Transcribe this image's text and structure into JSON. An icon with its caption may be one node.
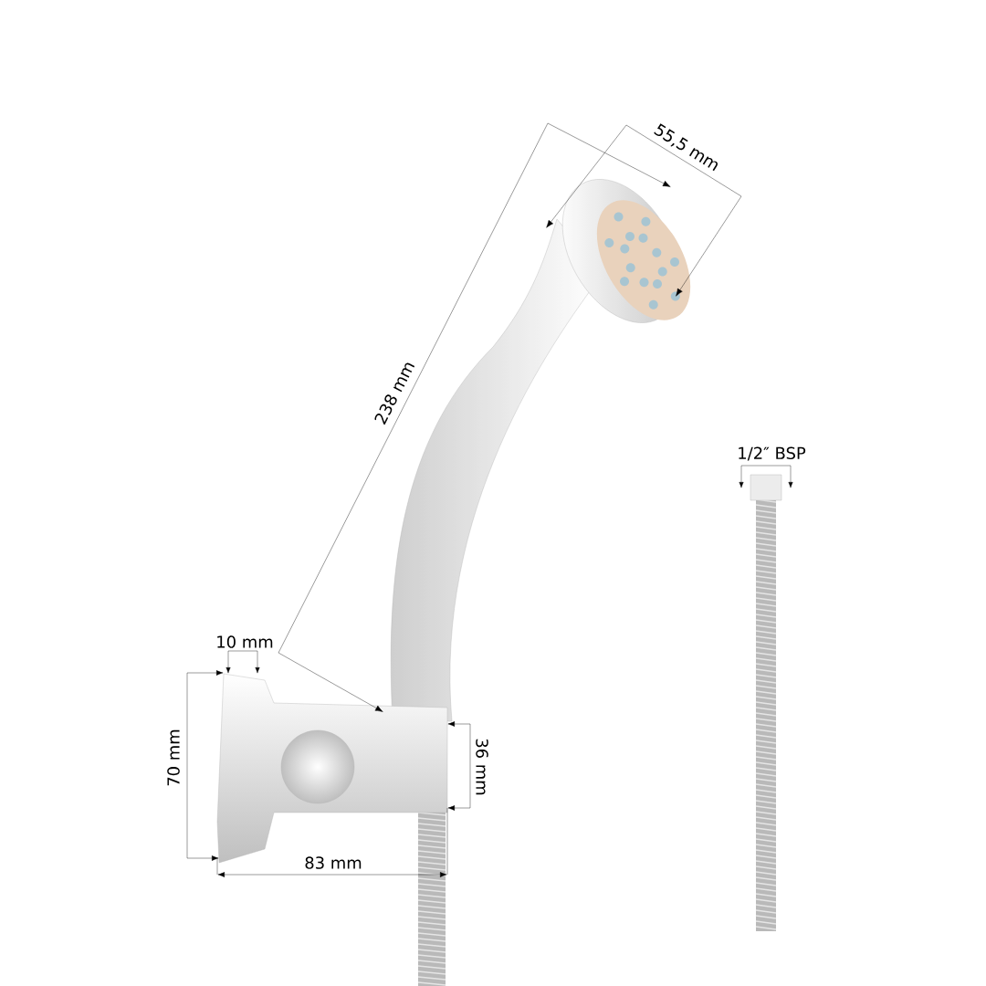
{
  "diagram": {
    "labels": [
      "55,5 mm",
      "238 mm",
      "1/2″ BSP",
      "10 mm",
      "70 mm",
      "36 mm",
      "83 mm"
    ]
  }
}
